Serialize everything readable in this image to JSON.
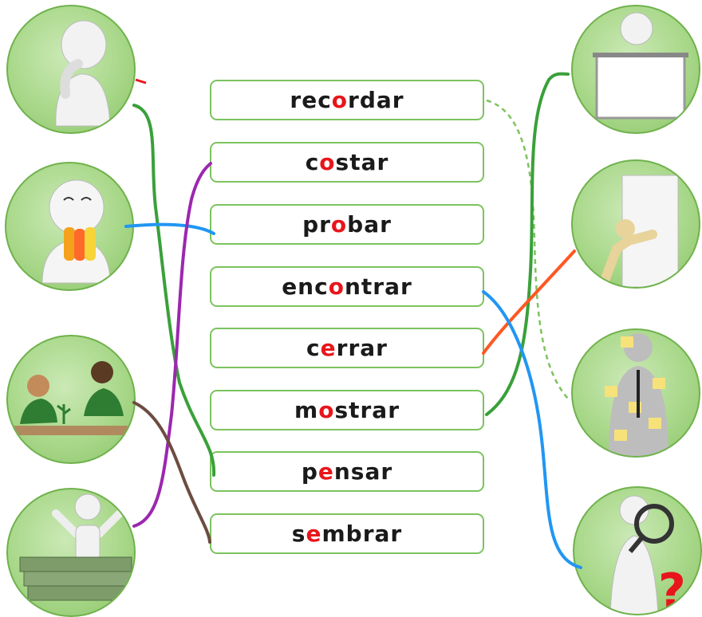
{
  "words": [
    {
      "pre": "rec",
      "hl": "o",
      "post": "rdar"
    },
    {
      "pre": "c",
      "hl": "o",
      "post": "star"
    },
    {
      "pre": "pr",
      "hl": "o",
      "post": "bar"
    },
    {
      "pre": "enc",
      "hl": "o",
      "post": "ntrar"
    },
    {
      "pre": "c",
      "hl": "e",
      "post": "rrar"
    },
    {
      "pre": "m",
      "hl": "o",
      "post": "strar"
    },
    {
      "pre": "p",
      "hl": "e",
      "post": "nsar"
    },
    {
      "pre": "s",
      "hl": "e",
      "post": "mbrar"
    }
  ],
  "left_pictures": [
    "thinking-person",
    "tasting-popsicle",
    "children-planting",
    "person-on-money"
  ],
  "right_pictures": [
    "person-showing-board",
    "person-closing-door",
    "person-with-sticky-notes",
    "person-with-magnifier-question"
  ],
  "line_colors": {
    "green": "#3aa03a",
    "blue": "#2196f3",
    "purple": "#9c27b0",
    "brown": "#6d4c41",
    "orange": "#ff5722",
    "dashed_green": "#7cc35e",
    "red": "#e8151b"
  }
}
